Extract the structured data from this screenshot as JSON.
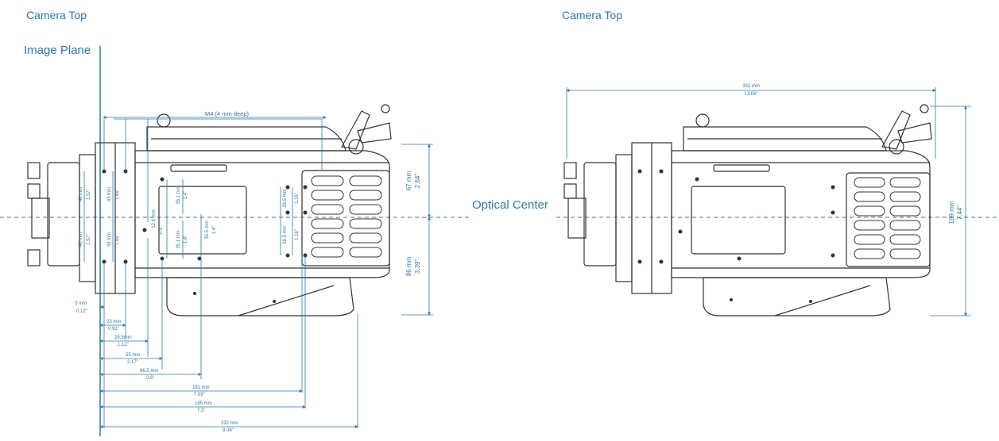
{
  "titles": {
    "left": "Camera Top",
    "right": "Camera Top"
  },
  "labels": {
    "image_plane": "Image Plane",
    "optical_center": "Optical Center",
    "m4": "M4 (4 mm deep)"
  },
  "dimensions_left": {
    "height_top": {
      "mm": "67 mm",
      "in": "2.64\""
    },
    "height_bottom": {
      "mm": "86 mm",
      "in": "3.39\""
    },
    "offset_3mm": {
      "mm": "3 mm",
      "in": "0.12\""
    },
    "d23": {
      "mm": "23 mm",
      "in": "0.91\""
    },
    "d285": {
      "mm": "28.5mm",
      "in": "1.12\""
    },
    "d55": {
      "mm": "55 mm",
      "in": "2.17\""
    },
    "d665": {
      "mm": "66.5 mm",
      "in": "2.6\""
    },
    "d181": {
      "mm": "181 mm",
      "in": "7.09\""
    },
    "d185": {
      "mm": "185 mm",
      "in": "7.3\""
    },
    "d232": {
      "mm": "232 mm",
      "in": "9.06\""
    },
    "v40_top": {
      "mm": "40 mm",
      "in": "1.57\""
    },
    "v43_top": {
      "mm": "43 mm",
      "in": "1.69\""
    },
    "v40_bot": {
      "mm": "40 mm",
      "in": "1.57\""
    },
    "v43_bot": {
      "mm": "43 mm",
      "in": "1.69\""
    },
    "m_12": {
      "mm": "12.6 mm",
      "in": "0.5\""
    },
    "m_35a": {
      "mm": "35.1 mm",
      "in": "1.4\""
    },
    "m_35b": {
      "mm": "35.1 mm",
      "in": "1.4\""
    },
    "m_35c": {
      "mm": "35.5 mm",
      "in": "1.4\""
    },
    "r_29a": {
      "mm": "29.5 mm",
      "in": "1.16\""
    },
    "r_29b": {
      "mm": "29.5 mm",
      "in": "1.16\""
    }
  },
  "dimensions_right": {
    "length": {
      "mm": "332 mm",
      "in": "13.06\""
    },
    "height": {
      "mm": "189 mm",
      "in": "7.44\""
    }
  },
  "colors": {
    "line": "#2e78a8",
    "drawing": "#333333",
    "light": "#999999"
  }
}
